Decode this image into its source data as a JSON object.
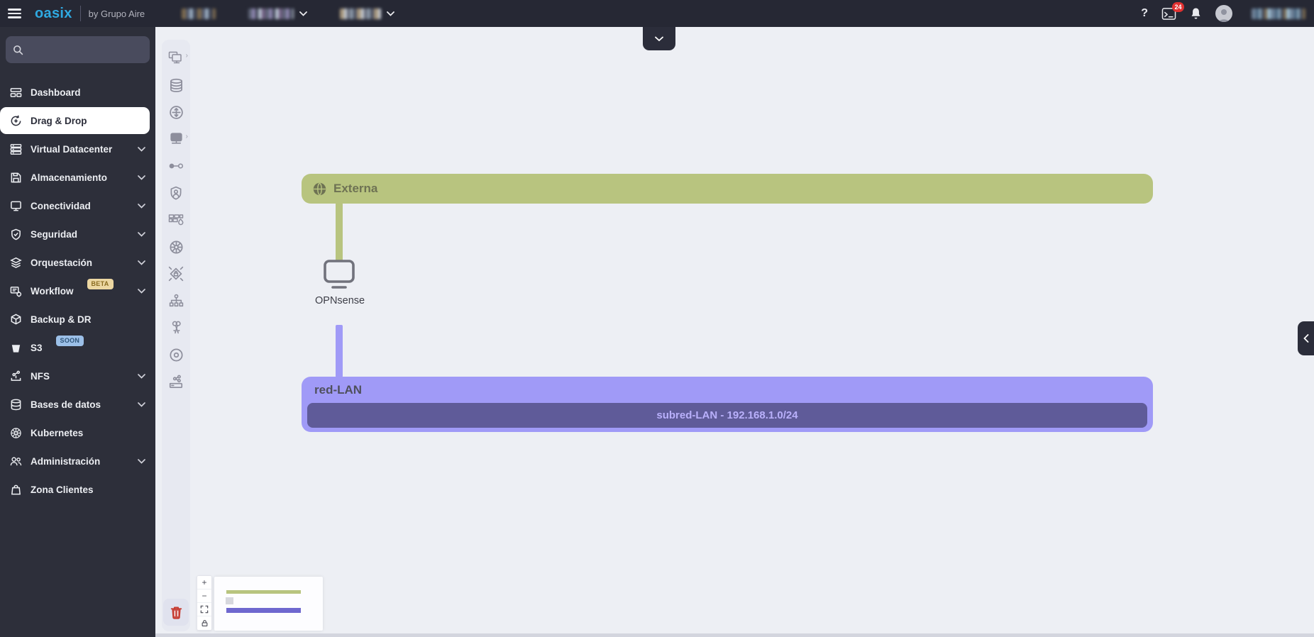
{
  "topbar": {
    "logo": "oasix",
    "byline": "by Grupo Aire",
    "help_label": "?",
    "console_badge": "24"
  },
  "sidebar": {
    "items": [
      {
        "label": "Dashboard"
      },
      {
        "label": "Drag & Drop"
      },
      {
        "label": "Virtual Datacenter"
      },
      {
        "label": "Almacenamiento"
      },
      {
        "label": "Conectividad"
      },
      {
        "label": "Seguridad"
      },
      {
        "label": "Orquestación"
      },
      {
        "label": "Workflow",
        "badge": "BETA"
      },
      {
        "label": "Backup & DR"
      },
      {
        "label": "S3",
        "badge": "SOON"
      },
      {
        "label": "NFS"
      },
      {
        "label": "Bases de datos"
      },
      {
        "label": "Kubernetes"
      },
      {
        "label": "Administración"
      },
      {
        "label": "Zona Clientes"
      }
    ]
  },
  "canvas": {
    "controls": {
      "zoom_in": "+",
      "zoom_out": "−"
    },
    "palette_tools": [
      "virtual-machine",
      "database-service",
      "dhcp",
      "appliance",
      "api-key",
      "security-group",
      "firewall",
      "kubernetes",
      "vpn",
      "load-balancer",
      "ssh-keys",
      "iso-image",
      "nfs-share",
      "delete"
    ]
  },
  "diagram": {
    "external_network": "Externa",
    "firewall_device": "OPNsense",
    "lan_network": "red-LAN",
    "lan_subnet": "subred-LAN - 192.168.1.0/24"
  },
  "colors": {
    "accent_blue": "#2fa9e1",
    "network_external": "#b8c47f",
    "network_lan": "#a09af7",
    "subnet_bar": "#5f5b99",
    "badge_red": "#e03131"
  }
}
